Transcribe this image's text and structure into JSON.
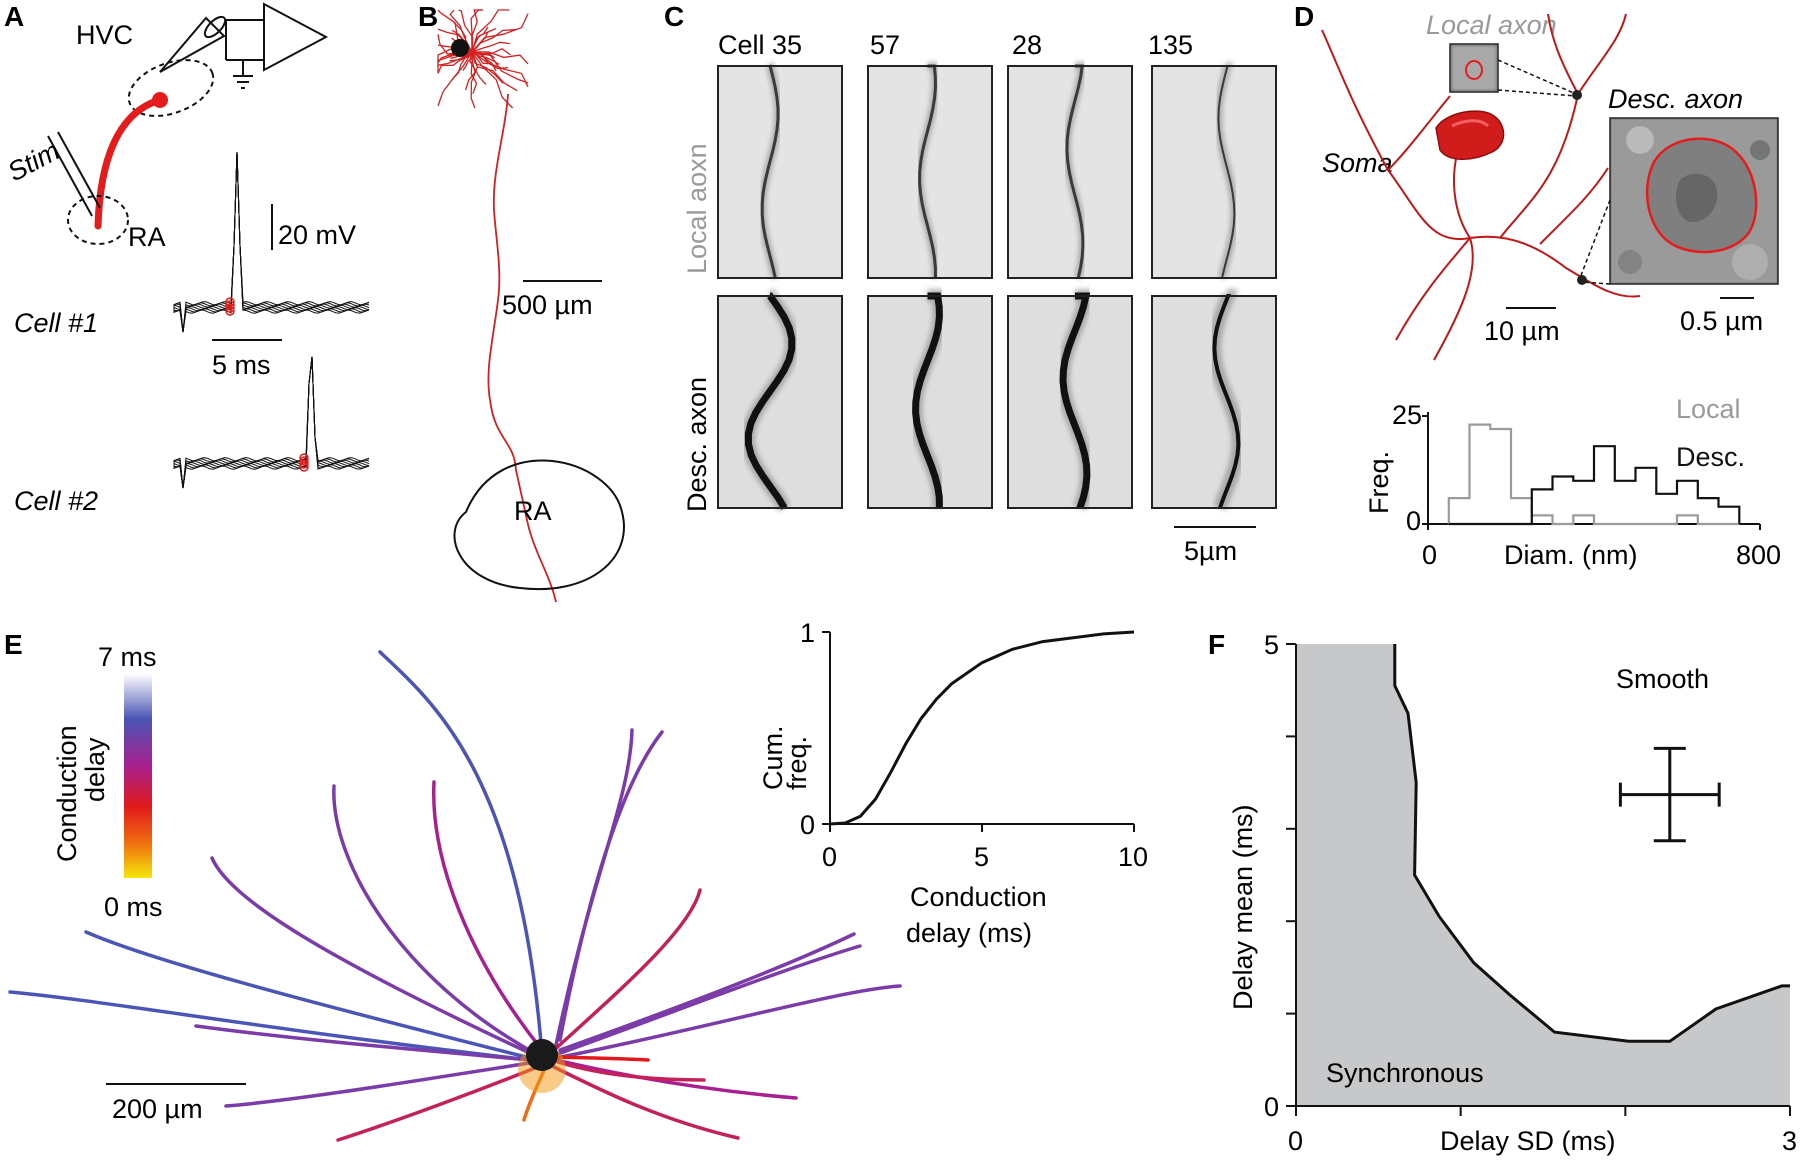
{
  "panels": {
    "A": {
      "letter": "A",
      "hvc": "HVC",
      "stim": "Stim",
      "ra": "RA",
      "scale_v": "20 mV",
      "scale_t": "5 ms",
      "cell1": "Cell #1",
      "cell2": "Cell #2"
    },
    "B": {
      "letter": "B",
      "scale": "500 µm",
      "ra": "RA"
    },
    "C": {
      "letter": "C",
      "cols": [
        "Cell 35",
        "57",
        "28",
        "135"
      ],
      "row_local": "Local aoxn",
      "row_desc": "Desc. axon",
      "scale": "5µm"
    },
    "D": {
      "letter": "D",
      "local_axon": "Local axon",
      "desc_axon": "Desc. axon",
      "soma": "Soma",
      "scale_left": "10 µm",
      "scale_right": "0.5 µm"
    },
    "E": {
      "letter": "E",
      "colorbar_top": "7 ms",
      "colorbar_bottom": "0 ms",
      "colorbar_title_1": "Conduction",
      "colorbar_title_2": "delay",
      "scale": "200 µm"
    },
    "F": {
      "letter": "F"
    },
    "colors": {
      "axon_red": "#d42020",
      "gray_hist": "#9a9a9a",
      "shade": "#c7c8ca"
    }
  },
  "chart_data": [
    {
      "type": "bar",
      "panel": "D",
      "xlabel": "Diam. (nm)",
      "ylabel": "Freq.",
      "xlim": [
        0,
        800
      ],
      "ylim": [
        0,
        25
      ],
      "xticks": [
        "0",
        "800"
      ],
      "yticks": [
        "0",
        "25"
      ],
      "bin_edges": [
        50,
        100,
        150,
        200,
        250,
        300,
        350,
        400,
        450,
        500,
        550,
        600,
        650,
        700,
        750
      ],
      "series": [
        {
          "name": "Local",
          "color": "#9a9a9a",
          "values": [
            6,
            23,
            22,
            6,
            2,
            0,
            2,
            0,
            0,
            0,
            0,
            2,
            0,
            0
          ]
        },
        {
          "name": "Desc.",
          "color": "#111111",
          "values": [
            0,
            0,
            0,
            0,
            8,
            11,
            10,
            18,
            10,
            13,
            7,
            10,
            6,
            4
          ]
        }
      ]
    },
    {
      "type": "line",
      "panel": "E-inset",
      "xlabel": "Conduction delay (ms)",
      "ylabel": "Cum. freq.",
      "xlim": [
        0,
        10
      ],
      "ylim": [
        0,
        1
      ],
      "xticks": [
        "0",
        "5",
        "10"
      ],
      "yticks": [
        "0",
        "1"
      ],
      "x": [
        0,
        0.5,
        1,
        1.5,
        2,
        2.5,
        3,
        3.5,
        4,
        5,
        6,
        7,
        8,
        9,
        10
      ],
      "y": [
        0,
        0.005,
        0.04,
        0.13,
        0.27,
        0.42,
        0.55,
        0.65,
        0.73,
        0.84,
        0.91,
        0.95,
        0.97,
        0.99,
        1.0
      ]
    },
    {
      "type": "area",
      "panel": "F",
      "xlabel": "Delay SD (ms)",
      "ylabel": "Delay mean (ms)",
      "xlim": [
        0,
        3
      ],
      "ylim": [
        0,
        5
      ],
      "xticks": [
        "0",
        "3"
      ],
      "yticks": [
        "0",
        "5"
      ],
      "annotations": [
        "Smooth",
        "Synchronous"
      ],
      "boundary_x": [
        0.0,
        0.6,
        0.6,
        0.68,
        0.73,
        0.72,
        0.87,
        1.08,
        1.3,
        1.57,
        2.02,
        2.27,
        2.55,
        2.95,
        3.0
      ],
      "boundary_y": [
        5.0,
        5.0,
        4.55,
        4.25,
        3.5,
        2.5,
        2.05,
        1.55,
        1.2,
        0.8,
        0.7,
        0.7,
        1.05,
        1.3,
        1.3
      ],
      "error_bar": {
        "x": 2.27,
        "y": 3.37,
        "x_err": 0.3,
        "y_err": 0.5
      }
    }
  ]
}
